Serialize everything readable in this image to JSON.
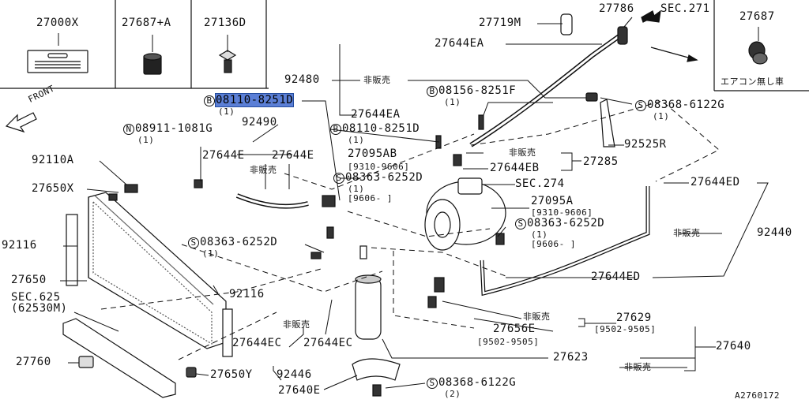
{
  "header_parts": [
    "27000X",
    "27687+A",
    "27136D"
  ],
  "inset_part": "27687",
  "inset_note": "エアコン無し車",
  "front_label": "FRONT",
  "diagram_code": "A2760172",
  "callouts": {
    "p27719M": "27719M",
    "p27786": "27786",
    "sec271": "SEC.271",
    "p27644EA_top": "27644EA",
    "p92480": "92480",
    "p92480_note": "非販売",
    "b08156": "08156-8251F",
    "b08156_qty": "(1)",
    "b08110_hl": "08110-8251D",
    "b08110_hl_qty": "(1)",
    "p92490": "92490",
    "s08368_top": "08368-6122G",
    "s08368_top_qty": "(1)",
    "p27644EA_mid": "27644EA",
    "n08911": "08911-1081G",
    "n08911_qty": "(1)",
    "b08110_mid": "08110-8251D",
    "b08110_mid_qty": "(1)",
    "p27095AB": "27095AB",
    "p27095AB_date": "[9310-9606]",
    "p27644E_left": "27644E",
    "p27644E_right": "27644E",
    "p27644E_note": "非販売",
    "p27285_note": "非販売",
    "p27644EB": "27644EB",
    "p27285": "27285",
    "p92525R": "92525R",
    "p92110A": "92110A",
    "s08363_mid": "08363-6252D",
    "s08363_mid_qty": "(1)",
    "s08363_mid_date": "[9606-   ]",
    "sec274": "SEC.274",
    "p27644ED_top": "27644ED",
    "p27650X": "27650X",
    "p27095A": "27095A",
    "p27095A_date": "[9310-9606]",
    "s08363_right": "08363-6252D",
    "s08363_right_qty": "(1)",
    "s08363_right_date": "[9606-   ]",
    "p92440_note": "非販売",
    "p92440": "92440",
    "p92116_left": "92116",
    "s08363_left": "08363-6252D",
    "s08363_left_qty": "(1)",
    "p27650": "27650",
    "p27644ED_low": "27644ED",
    "sec625": "SEC.625",
    "sec625_sub": "(62530M)",
    "p92116_right": "92116",
    "p27629_note": "非販売",
    "p27629": "27629",
    "p27656E": "27656E",
    "p27629_date": "[9502-9505]",
    "p27656E_date": "[9502-9505]",
    "p92446_note": "非販売",
    "p27644EC_left": "27644EC",
    "p27644EC_right": "27644EC",
    "p27640": "27640",
    "p27760": "27760",
    "p27623": "27623",
    "p27623_note": "非販売",
    "p92446": "92446",
    "p27650Y": "27650Y",
    "p27640E": "27640E",
    "s08368_low": "08368-6122G",
    "s08368_low_qty": "(2)"
  }
}
